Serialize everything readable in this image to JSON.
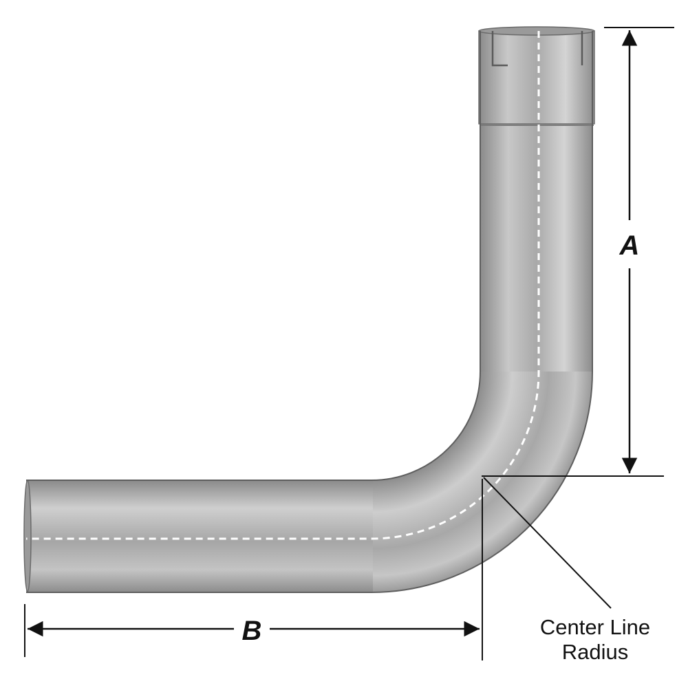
{
  "diagram": {
    "dimension_a_label": "A",
    "dimension_b_label": "B",
    "callout_line1": "Center Line",
    "callout_line2": "Radius",
    "colors": {
      "pipe_light": "#d9d9d9",
      "pipe_mid": "#b3b3b3",
      "pipe_dark": "#7d7d7d",
      "outline": "#555555",
      "centerline": "#ffffff",
      "dimension": "#111111"
    }
  }
}
